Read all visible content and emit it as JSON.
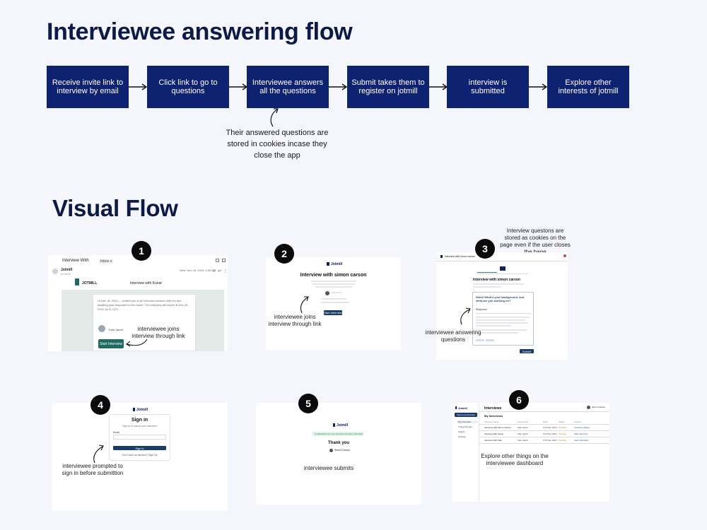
{
  "titles": {
    "flow": "Interviewee answering flow",
    "visual": "Visual Flow"
  },
  "flow_steps": [
    "Receive invite link to interview by email",
    "Click link to go to questions",
    "Interviewee answers all the questions",
    "Submit takes them to register on jotmill",
    "interview is submitted",
    "Explore other interests of jotmill"
  ],
  "flow_note": "Their answered questions are stored in cookies incase they close the app",
  "visual_note": "Interview questons are stored as cookies on the page even if the user closes the bage",
  "steps": [
    {
      "number": "1",
      "caption": "interviewee joins interview through link",
      "header_title": "Interview With",
      "header_tag": "Inbox x",
      "sender": "Jotmill",
      "date": "Wed, Dec 18, 2024, 4:05 AM",
      "brand": "JOTMILL",
      "mail_title": "Interview with Kunar",
      "mail_body": "Hi Dec 18, 2024 — Invited you to an interview session with me and awaiting your response for the same. The interview will expire at Dec 25, 2024 14:21 UTC.",
      "sign": "Kalu Jacob",
      "button": "Start Interview"
    },
    {
      "number": "2",
      "caption": "interviewee joins interview through link",
      "brand": "Jotmill",
      "title": "Interview with simon carson",
      "button": "Start Interview"
    },
    {
      "number": "3",
      "caption": "interviewee answering questions",
      "topbar_title": "Interview with simon carson",
      "title": "Interview with simon carson",
      "question": "Hello! What's your background, and what are you working on?",
      "section_label": "Response",
      "button": "Submit"
    },
    {
      "number": "4",
      "caption": "interviewee prompted to sign in before submittion",
      "brand": "Jotmill",
      "title": "Sign in",
      "subtitle": "Sign in to submit your interview",
      "field_label": "Email",
      "button": "Sign in",
      "footer": "Don't have an account? Sign Up"
    },
    {
      "number": "5",
      "caption": "interviewee submits",
      "brand": "Jotmill",
      "banner": "Congratulations! your interview has been submitted",
      "title": "Thank you",
      "name": "Simon Carson"
    },
    {
      "number": "6",
      "caption": "Explore other things on the interviewee dashboard",
      "brand": "Jotmill",
      "page_title": "Interviews",
      "new_button": "Start new interview",
      "section_title": "My Interviews",
      "user": "Simon Carson",
      "nav": [
        "My interviews",
        "Transcribe app",
        "Tickets",
        "Settings"
      ],
      "columns": [
        "Interview name",
        "Interviewee",
        "Date",
        "Status",
        "Actions"
      ],
      "rows": [
        {
          "name": "Interview with Simon Carson",
          "person": "Kalu Jacob",
          "date": "17th Dec 2024",
          "status": "Pending",
          "action": "Continue editing"
        },
        {
          "name": "Interview with Kunar",
          "person": "Kalu Jacob",
          "date": "17th Dec 2024",
          "status": "Pending",
          "action": "Start interview"
        },
        {
          "name": "Interview with Kalu",
          "person": "Kalu Jacob",
          "date": "17th Dec 2024",
          "status": "Pending",
          "action": "View submitted"
        }
      ]
    }
  ]
}
